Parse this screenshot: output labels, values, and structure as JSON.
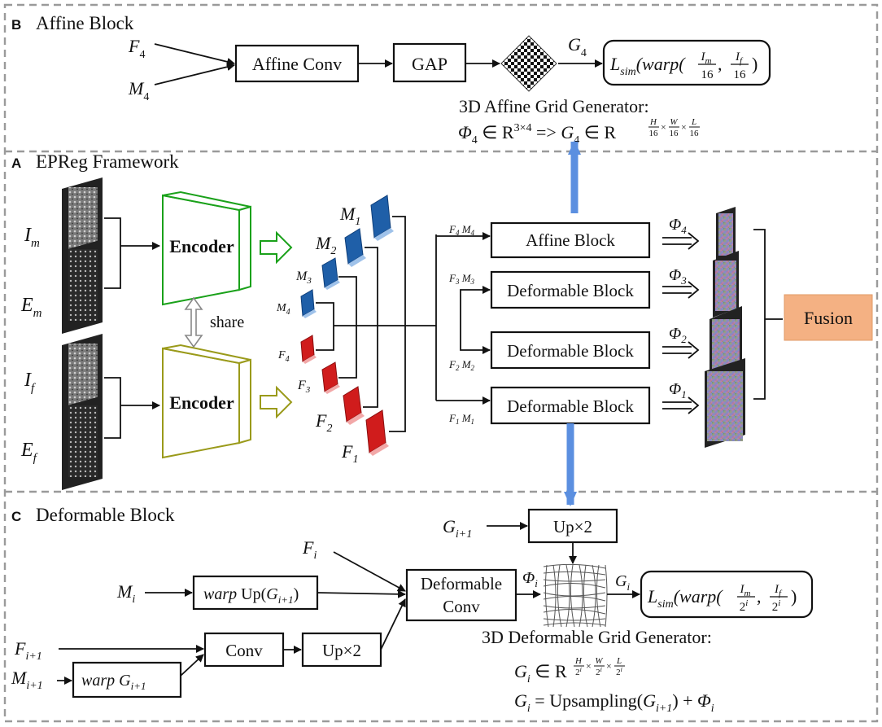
{
  "panels": {
    "b": {
      "letter": "B",
      "title": "Affine Block"
    },
    "a": {
      "letter": "A",
      "title": "EPReg Framework"
    },
    "c": {
      "letter": "C",
      "title": "Deformable Block"
    }
  },
  "affine_block": {
    "in_f": "F",
    "in_f_sub": "4",
    "in_m": "M",
    "in_m_sub": "4",
    "conv": "Affine Conv",
    "gap": "GAP",
    "out": "G",
    "out_sub": "4",
    "loss": {
      "L": "L",
      "sim": "sim",
      "open": "(warp(",
      "Im": "I",
      "m": "m",
      "d1": "16",
      "If": "I",
      "f": "f",
      "d2": "16",
      "close": ")"
    },
    "generator_title": "3D Affine Grid Generator:",
    "eq": {
      "phi": "Φ",
      "phi_sub": "4",
      "in1": " ∈ ",
      "R1": "R",
      "exp1": "3×4",
      "arrow": " => ",
      "G": "G",
      "G_sub": "4",
      "in2": " ∈ ",
      "R2": "R"
    },
    "exp_fracs": [
      {
        "num": "H",
        "den": "16"
      },
      {
        "num": "W",
        "den": "16"
      },
      {
        "num": "L",
        "den": "16"
      }
    ]
  },
  "framework": {
    "im": "I",
    "im_sub": "m",
    "em": "E",
    "em_sub": "m",
    "if": "I",
    "if_sub": "f",
    "ef": "E",
    "ef_sub": "f",
    "encoder_top": "Encoder",
    "encoder_bottom": "Encoder",
    "share": "share",
    "features": {
      "M1": {
        "b": "M",
        "s": "1"
      },
      "M2": {
        "b": "M",
        "s": "2"
      },
      "M3": {
        "b": "M",
        "s": "3"
      },
      "M4": {
        "b": "M",
        "s": "4"
      },
      "F4": {
        "b": "F",
        "s": "4"
      },
      "F3": {
        "b": "F",
        "s": "3"
      },
      "F2": {
        "b": "F",
        "s": "2"
      },
      "F1": {
        "b": "F",
        "s": "1"
      }
    },
    "pair_labels": [
      {
        "f": "F",
        "fs": "4",
        "m": "M",
        "ms": "4"
      },
      {
        "f": "F",
        "fs": "3",
        "m": "M",
        "ms": "3"
      },
      {
        "f": "F",
        "fs": "2",
        "m": "M",
        "ms": "2"
      },
      {
        "f": "F",
        "fs": "1",
        "m": "M",
        "ms": "1"
      }
    ],
    "blocks": [
      "Affine Block",
      "Deformable Block",
      "Deformable Block",
      "Deformable Block"
    ],
    "phis": [
      {
        "b": "Φ",
        "s": "4"
      },
      {
        "b": "Φ",
        "s": "3"
      },
      {
        "b": "Φ",
        "s": "2"
      },
      {
        "b": "Φ",
        "s": "1"
      }
    ],
    "fusion": "Fusion"
  },
  "deformable_block": {
    "g_next": "G",
    "g_next_sub": "i+1",
    "up_top": "Up×2",
    "fi": "F",
    "fi_sub": "i",
    "mi": "M",
    "mi_sub": "i",
    "warp_up": {
      "warp": "warp",
      "up": "Up(",
      "G": "G",
      "sub": "i+1",
      "close": ")"
    },
    "deform_conv_1": "Deformable",
    "deform_conv_2": "Conv",
    "phi_i": "Φ",
    "phi_i_sub": "i",
    "gi": "G",
    "gi_sub": "i",
    "loss": {
      "L": "L",
      "sim": "sim",
      "open": "(warp(",
      "Im": "I",
      "m": "m",
      "d1": "2",
      "d1e": "i",
      "If": "I",
      "f": "f",
      "d2": "2",
      "d2e": "i",
      "close": ")"
    },
    "f_next": "F",
    "f_next_sub": "i+1",
    "m_next": "M",
    "m_next_sub": "i+1",
    "conv": "Conv",
    "up_bottom": "Up×2",
    "warp_g": {
      "warp": "warp",
      "G": "G",
      "sub": "i+1"
    },
    "generator_title": "3D Deformable Grid Generator:",
    "eq1": {
      "G": "G",
      "sub": "i",
      "in": " ∈ ",
      "R": "R"
    },
    "eq1_fracs": [
      {
        "num": "H",
        "den": "2",
        "dexp": "i"
      },
      {
        "num": "W",
        "den": "2",
        "dexp": "i"
      },
      {
        "num": "L",
        "den": "2",
        "dexp": "i"
      }
    ],
    "eq2": {
      "G": "G",
      "sub": "i",
      "mid": " = Upsampling(",
      "G2": "G",
      "sub2": "i+1",
      "plus": ")  + ",
      "phi": "Φ",
      "phi_sub": "i"
    }
  },
  "colors": {
    "encoder_top": "#1aa11a",
    "encoder_bottom": "#9a9a1a",
    "feature_blue": "#1f5fa8",
    "feature_red": "#d01c1c",
    "fusion": "#f4b183",
    "up_arrow": "#5b8fe0"
  }
}
